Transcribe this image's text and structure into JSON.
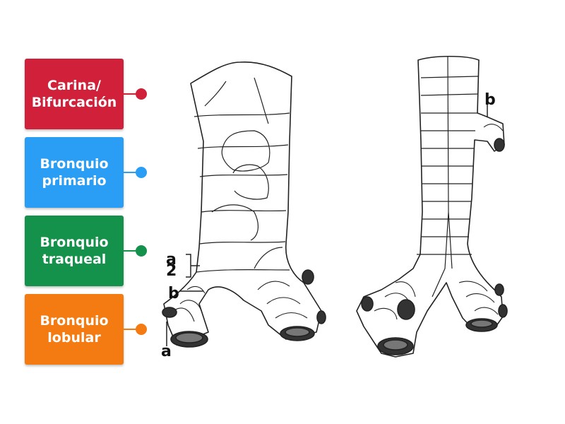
{
  "labels": [
    {
      "text": "Carina/\nBifurcación",
      "color": "#d0203a"
    },
    {
      "text": "Bronquio\nprimario",
      "color": "#2a9df4"
    },
    {
      "text": "Bronquio\ntraqueal",
      "color": "#14914a"
    },
    {
      "text": "Bronquio\nlobular",
      "color": "#f47b12"
    }
  ],
  "markers": {
    "left_a": "a",
    "left_2": "2",
    "left_b": "b",
    "left_bottom": "a",
    "right_b": "b"
  }
}
